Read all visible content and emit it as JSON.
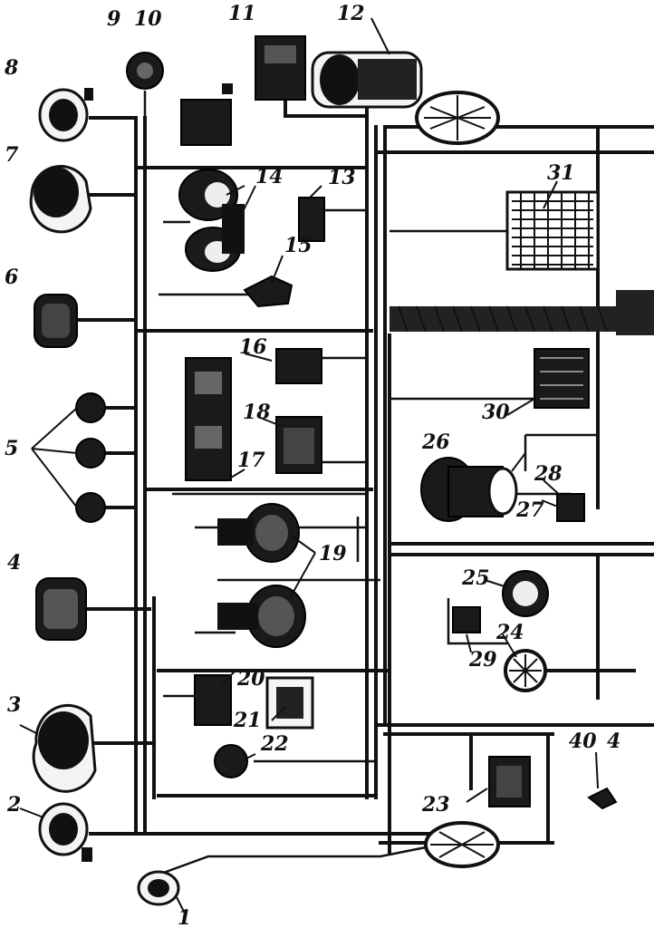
{
  "labels": {
    "l1": "1",
    "l2": "2",
    "l3": "3",
    "l4": "4",
    "l5": "5",
    "l6": "6",
    "l7": "7",
    "l8": "8",
    "l9": "9",
    "l10": "10",
    "l11": "11",
    "l12": "12",
    "l13": "13",
    "l14": "14",
    "l15": "15",
    "l16": "16",
    "l17": "17",
    "l18": "18",
    "l19": "19",
    "l20": "20",
    "l21": "21",
    "l22": "22",
    "l23": "23",
    "l24": "24",
    "l25": "25",
    "l26": "26",
    "l27": "27",
    "l28": "28",
    "l29": "29",
    "l30": "30",
    "l31": "31",
    "l40": "40",
    "l4b": "4"
  }
}
